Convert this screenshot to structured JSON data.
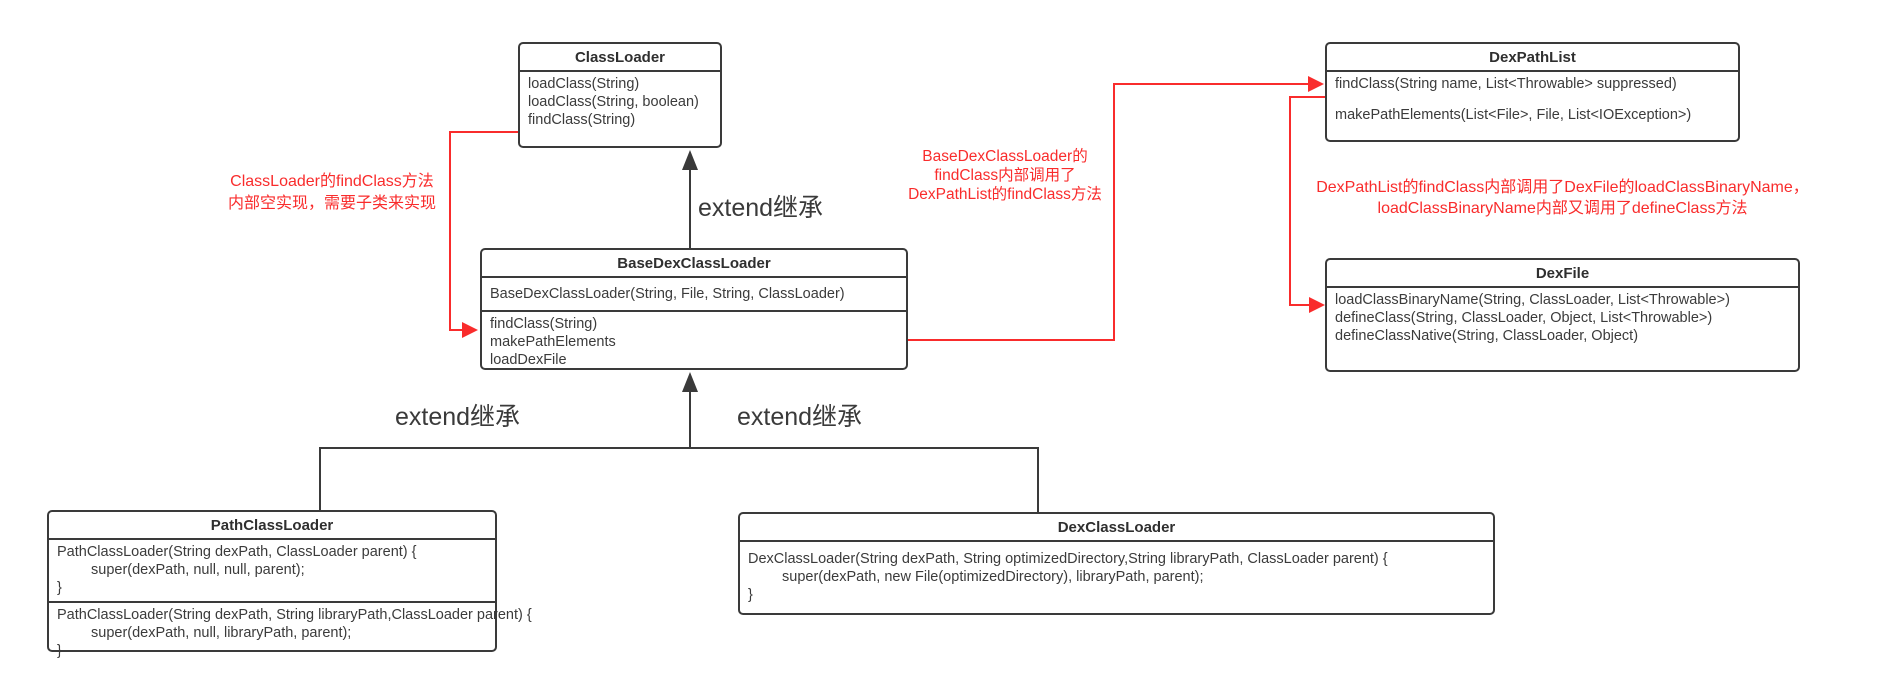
{
  "colors": {
    "accent_red": "#f92c2c",
    "line_black": "#3a3a3a",
    "background": "#ffffff"
  },
  "classes": {
    "classloader": {
      "title": "ClassLoader",
      "methods": [
        "loadClass(String)",
        "loadClass(String, boolean)",
        "findClass(String)"
      ]
    },
    "base_dex_class_loader": {
      "title": "BaseDexClassLoader",
      "constructors": [
        "BaseDexClassLoader(String, File, String, ClassLoader)"
      ],
      "methods": [
        "findClass(String)",
        "makePathElements",
        "loadDexFile"
      ]
    },
    "dex_path_list": {
      "title": "DexPathList",
      "methods": [
        "findClass(String name, List<Throwable> suppressed)",
        "makePathElements(List<File>, File, List<IOException>)"
      ]
    },
    "dex_file": {
      "title": "DexFile",
      "methods": [
        "loadClassBinaryName(String, ClassLoader, List<Throwable>)",
        "defineClass(String, ClassLoader, Object, List<Throwable>)",
        "defineClassNative(String, ClassLoader, Object)"
      ]
    },
    "path_class_loader": {
      "title": "PathClassLoader",
      "constructor1": [
        "PathClassLoader(String dexPath, ClassLoader parent) {",
        "super(dexPath, null, null, parent);",
        "}"
      ],
      "constructor2": [
        "PathClassLoader(String dexPath, String libraryPath,ClassLoader parent) {",
        "super(dexPath, null, libraryPath, parent);",
        "}"
      ]
    },
    "dex_class_loader": {
      "title": "DexClassLoader",
      "constructor": [
        "DexClassLoader(String dexPath, String optimizedDirectory,String libraryPath, ClassLoader parent) {",
        "super(dexPath, new File(optimizedDirectory), libraryPath, parent);",
        "}"
      ]
    }
  },
  "labels": {
    "extend_top": "extend继承",
    "extend_left": "extend继承",
    "extend_right": "extend继承"
  },
  "annotations": {
    "classloader_note": {
      "lines": [
        "ClassLoader的findClass方法",
        "内部空实现，需要子类来实现"
      ]
    },
    "base_dex_note": {
      "lines": [
        "BaseDexClassLoader的",
        "findClass内部调用了",
        "DexPathList的findClass方法"
      ]
    },
    "dex_path_list_note": {
      "lines": [
        "DexPathList的findClass内部调用了DexFile的loadClassBinaryName，",
        "loadClassBinaryName内部又调用了defineClass方法"
      ]
    }
  }
}
